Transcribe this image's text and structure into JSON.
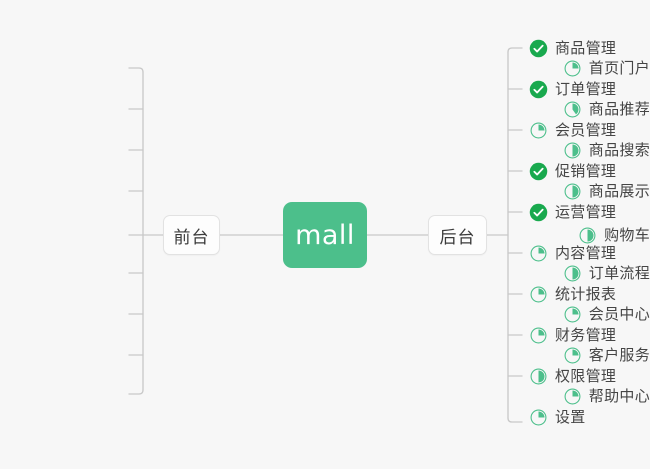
{
  "diagram": {
    "type": "mindmap",
    "background_color": "#f7f7f7",
    "accent_color": "#4CBF8B",
    "done_color": "#19A94E",
    "root": {
      "label": "mall",
      "text_color": "#ffffff",
      "fill_color": "#4CBF8B"
    },
    "branches": [
      {
        "id": "frontend",
        "label": "前台",
        "side": "left"
      },
      {
        "id": "backend",
        "label": "后台",
        "side": "right"
      }
    ],
    "left_items": [
      {
        "label": "首页门户",
        "status": "in-progress",
        "progress": 25,
        "icon": "pie-progress-icon"
      },
      {
        "label": "商品推荐",
        "status": "in-progress",
        "progress": 40,
        "icon": "pie-progress-icon"
      },
      {
        "label": "商品搜索",
        "status": "in-progress",
        "progress": 50,
        "icon": "pie-progress-icon"
      },
      {
        "label": "商品展示",
        "status": "in-progress",
        "progress": 50,
        "icon": "pie-progress-icon"
      },
      {
        "label": "购物车",
        "status": "in-progress",
        "progress": 50,
        "icon": "pie-progress-icon"
      },
      {
        "label": "订单流程",
        "status": "in-progress",
        "progress": 50,
        "icon": "pie-progress-icon"
      },
      {
        "label": "会员中心",
        "status": "in-progress",
        "progress": 25,
        "icon": "pie-progress-icon"
      },
      {
        "label": "客户服务",
        "status": "in-progress",
        "progress": 25,
        "icon": "pie-progress-icon"
      },
      {
        "label": "帮助中心",
        "status": "in-progress",
        "progress": 25,
        "icon": "pie-progress-icon"
      }
    ],
    "right_items": [
      {
        "label": "商品管理",
        "status": "done",
        "progress": 100,
        "icon": "check-circle-icon"
      },
      {
        "label": "订单管理",
        "status": "done",
        "progress": 100,
        "icon": "check-circle-icon"
      },
      {
        "label": "会员管理",
        "status": "in-progress",
        "progress": 25,
        "icon": "pie-progress-icon"
      },
      {
        "label": "促销管理",
        "status": "done",
        "progress": 100,
        "icon": "check-circle-icon"
      },
      {
        "label": "运营管理",
        "status": "done",
        "progress": 100,
        "icon": "check-circle-icon"
      },
      {
        "label": "内容管理",
        "status": "in-progress",
        "progress": 25,
        "icon": "pie-progress-icon"
      },
      {
        "label": "统计报表",
        "status": "in-progress",
        "progress": 25,
        "icon": "pie-progress-icon"
      },
      {
        "label": "财务管理",
        "status": "in-progress",
        "progress": 25,
        "icon": "pie-progress-icon"
      },
      {
        "label": "权限管理",
        "status": "in-progress",
        "progress": 50,
        "icon": "pie-progress-icon"
      },
      {
        "label": "设置",
        "status": "in-progress",
        "progress": 25,
        "icon": "pie-progress-icon"
      }
    ]
  }
}
